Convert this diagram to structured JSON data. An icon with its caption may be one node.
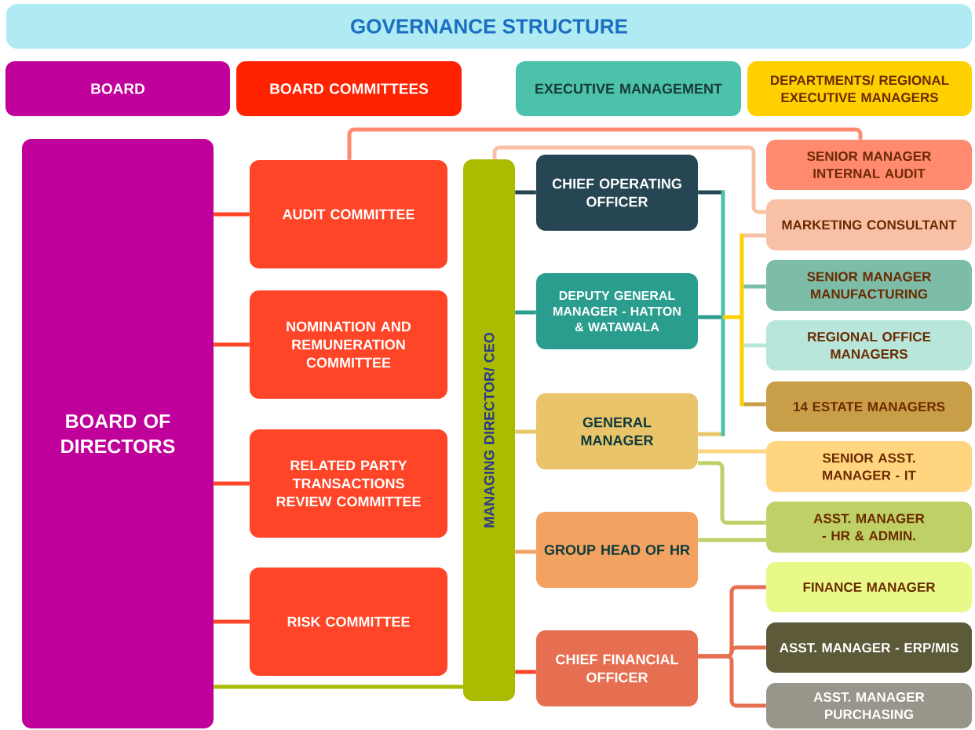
{
  "diagram": {
    "title": "GOVERNANCE STRUCTURE",
    "nodes": [
      {
        "text": [
          "BOARD"
        ]
      },
      {
        "text": [
          "BOARD COMMITTEES"
        ]
      },
      {
        "text": [
          "EXECUTIVE MANAGEMENT"
        ]
      },
      {
        "text": [
          "DEPARTMENTS/ REGIONAL EXECUTIVE MANAGERS"
        ]
      },
      {
        "text": [
          "BOARD OF DIRECTORS"
        ]
      },
      {
        "text": [
          "AUDIT COMMITTEE"
        ]
      },
      {
        "text": [
          "NOMINATION AND REMUNERATION COMMITTEE"
        ]
      },
      {
        "text": [
          "RELATED PARTY TRANSACTIONS REVIEW COMMITTEE"
        ]
      },
      {
        "text": [
          "RISK COMMITTEE"
        ]
      },
      {
        "text": [
          "MANAGING DIRECTOR/ CEO"
        ]
      },
      {
        "text": [
          "CHIEF OPERATING OFFICER"
        ]
      },
      {
        "text": [
          "DEPUTY GENERAL MANAGER - HATTON & WATAWALA"
        ]
      },
      {
        "text": [
          "GENERAL MANAGER"
        ]
      },
      {
        "text": [
          "GROUP HEAD OF HR"
        ]
      },
      {
        "text": [
          "CHIEF FINANCIAL OFFICER"
        ]
      },
      {
        "text": [
          "SENIOR MANAGER INTERNAL AUDIT"
        ]
      },
      {
        "text": [
          "MARKETING CONSULTANT"
        ]
      },
      {
        "text": [
          "SENIOR MANAGER MANUFACTURING"
        ]
      },
      {
        "text": [
          "REGIONAL OFFICE MANAGERS"
        ]
      },
      {
        "text": [
          "14 ESTATE MANAGERS"
        ]
      },
      {
        "text": [
          "SENIOR ASST. MANAGER - IT"
        ]
      },
      {
        "text": [
          "ASST. MANAGER - HR & ADMIN."
        ]
      },
      {
        "text": [
          "FINANCE MANAGER"
        ]
      },
      {
        "text": [
          "ASST. MANAGER - ERP/MIS"
        ]
      },
      {
        "text": [
          "ASST. MANAGER PURCHASING"
        ]
      }
    ],
    "edges": [
      {
        "from": 4,
        "to": 5,
        "arrow": "none",
        "color": "#ff4527"
      },
      {
        "from": 4,
        "to": 6,
        "arrow": "none",
        "color": "#ff4527"
      },
      {
        "from": 4,
        "to": 7,
        "arrow": "none",
        "color": "#ff4527"
      },
      {
        "from": 4,
        "to": 8,
        "arrow": "none",
        "color": "#ff4527"
      },
      {
        "from": 4,
        "to": 9,
        "arrow": "none",
        "color": "#abbb00"
      },
      {
        "from": 5,
        "to": 15,
        "arrow": "none",
        "color": "#ff8a70"
      },
      {
        "from": 9,
        "to": 16,
        "arrow": "none",
        "color": "#f8c0a5"
      },
      {
        "from": 9,
        "to": 10,
        "arrow": "none",
        "color": "#264653"
      },
      {
        "from": 9,
        "to": 11,
        "arrow": "none",
        "color": "#2a9d8f"
      },
      {
        "from": 9,
        "to": 12,
        "arrow": "none",
        "color": "#e9c46a"
      },
      {
        "from": 9,
        "to": 13,
        "arrow": "none",
        "color": "#f4a261"
      },
      {
        "from": 9,
        "to": 14,
        "arrow": "none",
        "color": "#ff4527"
      },
      {
        "from": 10,
        "to": 16,
        "arrow": "none"
      },
      {
        "from": 10,
        "to": 17,
        "arrow": "none"
      },
      {
        "from": 10,
        "to": 18,
        "arrow": "none"
      },
      {
        "from": 10,
        "to": 19,
        "arrow": "none"
      },
      {
        "from": 11,
        "to": 16,
        "arrow": "none"
      },
      {
        "from": 11,
        "to": 17,
        "arrow": "none"
      },
      {
        "from": 11,
        "to": 18,
        "arrow": "none"
      },
      {
        "from": 11,
        "to": 19,
        "arrow": "none"
      },
      {
        "from": 12,
        "to": 16,
        "arrow": "none"
      },
      {
        "from": 12,
        "to": 17,
        "arrow": "none"
      },
      {
        "from": 12,
        "to": 18,
        "arrow": "none"
      },
      {
        "from": 12,
        "to": 19,
        "arrow": "none"
      },
      {
        "from": 12,
        "to": 20,
        "arrow": "none",
        "color": "#ffd580"
      },
      {
        "from": 12,
        "to": 21,
        "arrow": "none",
        "color": "#bfd066"
      },
      {
        "from": 13,
        "to": 21,
        "arrow": "none",
        "color": "#bfd066"
      },
      {
        "from": 14,
        "to": 22,
        "arrow": "none",
        "color": "#e76f51"
      },
      {
        "from": 14,
        "to": 23,
        "arrow": "none",
        "color": "#e76f51"
      },
      {
        "from": 14,
        "to": 24,
        "arrow": "none",
        "color": "#e76f51"
      }
    ]
  }
}
